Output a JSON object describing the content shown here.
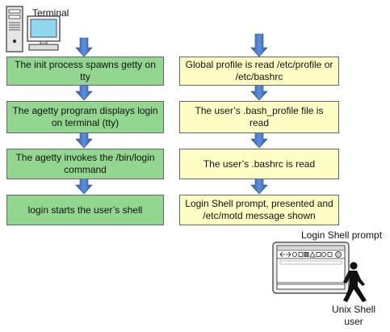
{
  "terminal_label": "Terminal",
  "left_steps": [
    "The init process spawns getty on tty",
    "The agetty program displays login on terminal (tty)",
    "The agetty invokes the /bin/login command",
    "login starts the user’s shell"
  ],
  "right_steps": [
    "Global profile is read /etc/profile or /etc/bashrc",
    "The user’s .bash_profile file is read",
    "The user’s .bashrc is read",
    "Login Shell prompt, presented and /etc/motd message shown"
  ],
  "login_prompt_label": "Login Shell prompt",
  "user_label": "Unix Shell user",
  "colors": {
    "left_box": "#92d690",
    "right_box": "#fdfdc4",
    "arrow": "#3b6fc0"
  }
}
